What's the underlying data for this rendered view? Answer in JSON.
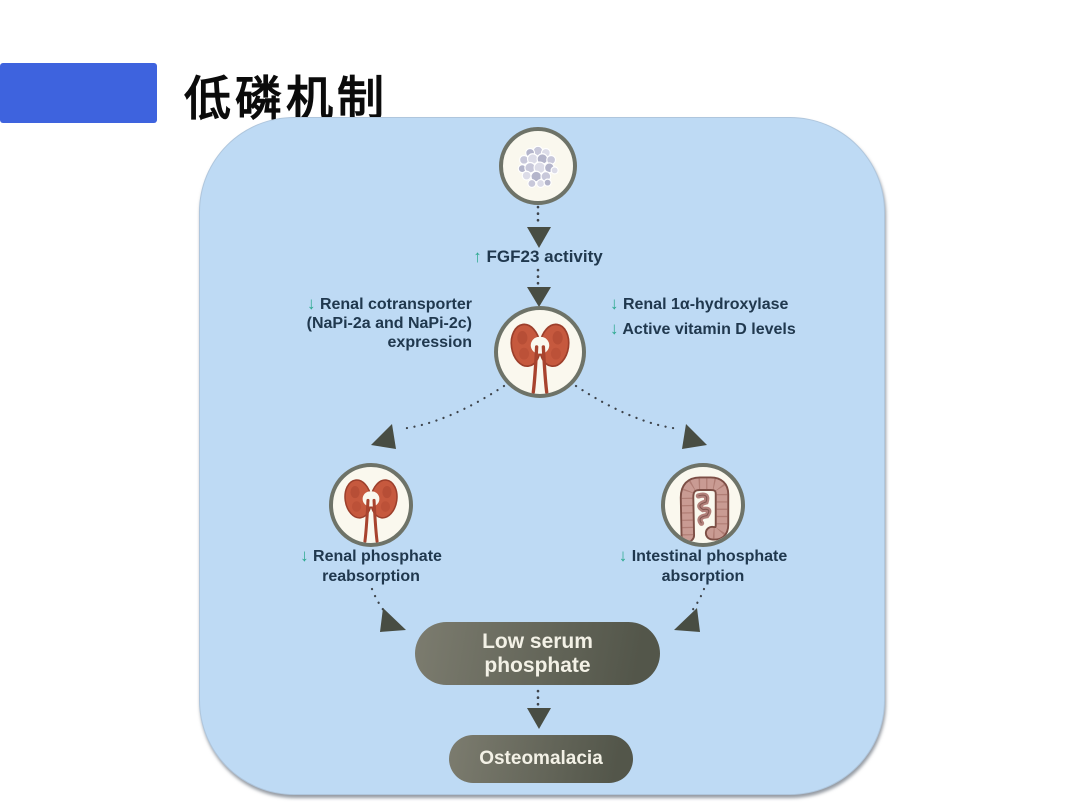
{
  "slide": {
    "title": "低磷机制"
  },
  "colors": {
    "accent_blue": "#3E63DE",
    "panel_blue": "#BEDAF4",
    "teal_arrow": "#2AA88D",
    "text_dark": "#20384E",
    "arrowhead": "#484D43",
    "pill_gradient_start": "#7C7C6F",
    "pill_gradient_end": "#53564A",
    "pill_text": "#F3F1E6",
    "circle_border": "#6E7368",
    "circle_fill": "#FAF8EE"
  },
  "diagram": {
    "tumor_node": {
      "icon": "tumor-cells-icon"
    },
    "fgf23": {
      "arrow": "↑",
      "label": "FGF23 activity"
    },
    "kidney_node": {
      "icon": "kidney-icon"
    },
    "renal_cotransporter": {
      "arrow": "↓",
      "lines": [
        "Renal cotransporter",
        "(NaPi-2a and NaPi-2c)",
        "expression"
      ]
    },
    "renal_hydroxylase": {
      "arrow": "↓",
      "label": "Renal 1α-hydroxylase"
    },
    "vitamin_d": {
      "arrow": "↓",
      "label": "Active vitamin D levels"
    },
    "renal_phosphate": {
      "arrow": "↓",
      "lines": [
        "Renal phosphate",
        "reabsorption"
      ]
    },
    "intestinal_phosphate": {
      "arrow": "↓",
      "lines": [
        "Intestinal phosphate",
        "absorption"
      ]
    },
    "low_serum": {
      "lines": [
        "Low serum",
        "phosphate"
      ]
    },
    "osteomalacia": {
      "label": "Osteomalacia"
    }
  }
}
